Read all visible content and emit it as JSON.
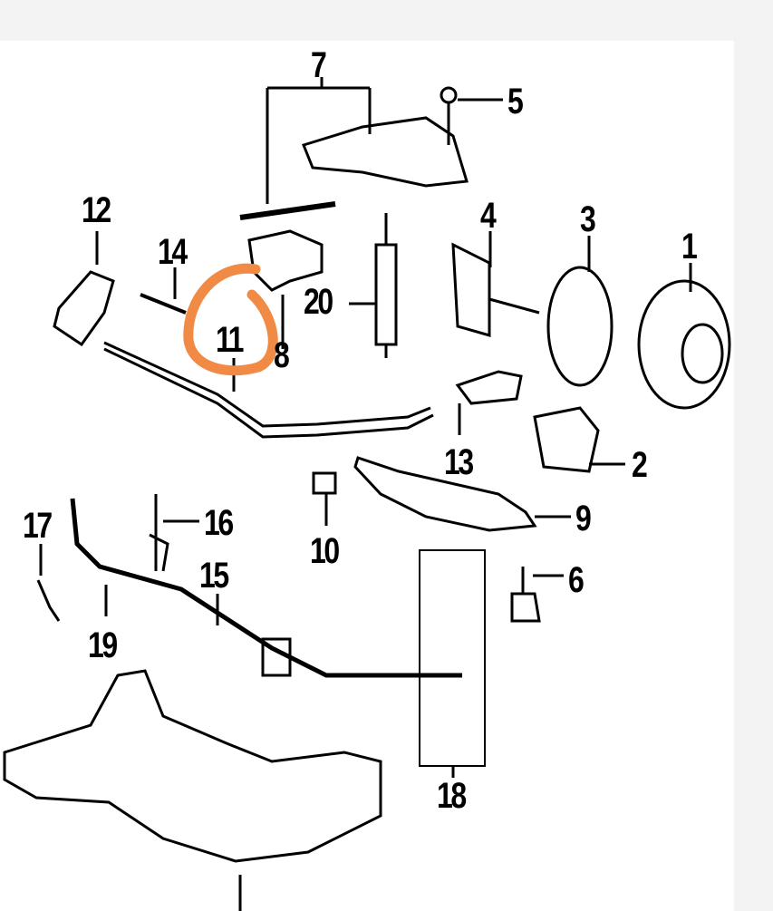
{
  "diagram": {
    "callouts": [
      {
        "id": "7",
        "text": "7"
      },
      {
        "id": "5",
        "text": "5"
      },
      {
        "id": "12",
        "text": "12"
      },
      {
        "id": "14",
        "text": "14"
      },
      {
        "id": "11",
        "text": "11"
      },
      {
        "id": "8",
        "text": "8"
      },
      {
        "id": "20",
        "text": "20"
      },
      {
        "id": "4",
        "text": "4"
      },
      {
        "id": "3",
        "text": "3"
      },
      {
        "id": "1",
        "text": "1"
      },
      {
        "id": "13",
        "text": "13"
      },
      {
        "id": "2",
        "text": "2"
      },
      {
        "id": "9",
        "text": "9"
      },
      {
        "id": "10",
        "text": "10"
      },
      {
        "id": "17",
        "text": "17"
      },
      {
        "id": "16",
        "text": "16"
      },
      {
        "id": "15",
        "text": "15"
      },
      {
        "id": "19",
        "text": "19"
      },
      {
        "id": "6",
        "text": "6"
      },
      {
        "id": "18",
        "text": "18"
      }
    ],
    "highlight_color": "#f08a45"
  }
}
